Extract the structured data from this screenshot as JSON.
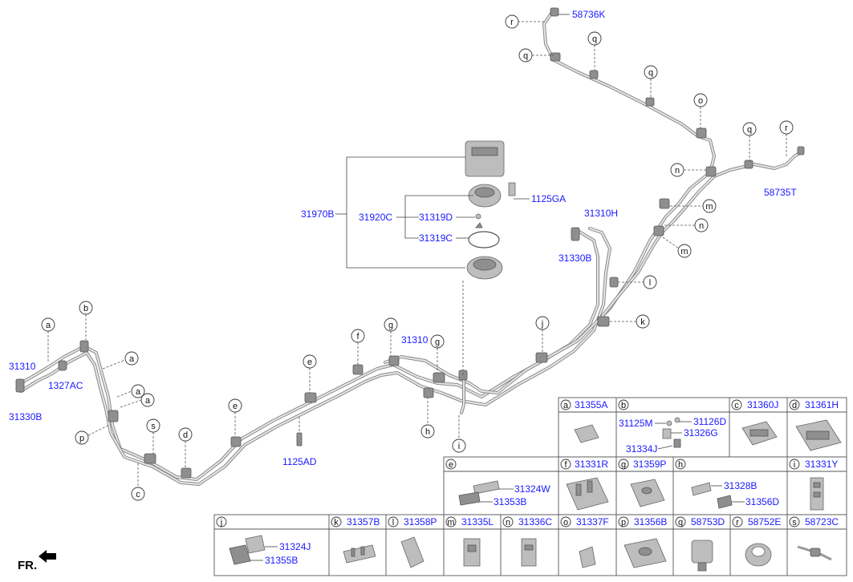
{
  "main_labels": {
    "p58736K": "58736K",
    "p58735T": "58735T",
    "p31310H": "31310H",
    "p31330B_mid": "31330B",
    "p31970B": "31970B",
    "p31920C": "31920C",
    "p31319D": "31319D",
    "p31319C": "31319C",
    "p1125GA": "1125GA",
    "p31310_left": "31310",
    "p1327AC": "1327AC",
    "p31330B_left": "31330B",
    "p31310_center": "31310",
    "p1125AD": "1125AD"
  },
  "callouts": {
    "a": "a",
    "b": "b",
    "c": "c",
    "d": "d",
    "e": "e",
    "f": "f",
    "g": "g",
    "h": "h",
    "i": "i",
    "j": "j",
    "k": "k",
    "l": "l",
    "m": "m",
    "n": "n",
    "o": "o",
    "p": "p",
    "q": "q",
    "r": "r",
    "s": "s"
  },
  "legend_row1": {
    "a": {
      "letter": "a",
      "part": "31355A"
    },
    "b": {
      "letter": "b",
      "parts": [
        "31125M",
        "31126D",
        "31326G",
        "31334J"
      ]
    },
    "c": {
      "letter": "c",
      "part": "31360J"
    },
    "d": {
      "letter": "d",
      "part": "31361H"
    }
  },
  "legend_row2": {
    "e": {
      "letter": "e",
      "parts": [
        "31324W",
        "31353B"
      ]
    },
    "f": {
      "letter": "f",
      "part": "31331R"
    },
    "g": {
      "letter": "g",
      "part": "31359P"
    },
    "h": {
      "letter": "h",
      "parts": [
        "31328B",
        "31356D"
      ]
    },
    "i": {
      "letter": "i",
      "part": "31331Y"
    }
  },
  "legend_row3": {
    "j": {
      "letter": "j",
      "parts": [
        "31324J",
        "31355B"
      ]
    },
    "k": {
      "letter": "k",
      "part": "31357B"
    },
    "l": {
      "letter": "l",
      "part": "31358P"
    },
    "m": {
      "letter": "m",
      "part": "31335L"
    },
    "n": {
      "letter": "n",
      "part": "31336C"
    },
    "o": {
      "letter": "o",
      "part": "31337F"
    },
    "p": {
      "letter": "p",
      "part": "31356B"
    },
    "q": {
      "letter": "q",
      "part": "58753D"
    },
    "r": {
      "letter": "r",
      "part": "58752E"
    },
    "s": {
      "letter": "s",
      "part": "58723C"
    }
  },
  "front_indicator": "FR."
}
